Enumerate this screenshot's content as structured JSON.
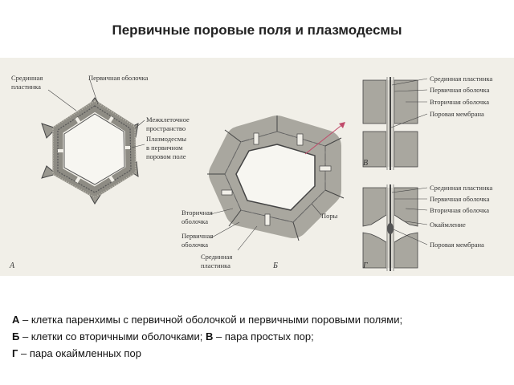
{
  "title": "Первичные поровые поля и плазмодесмы",
  "figure": {
    "panel_a": {
      "letter": "А",
      "labels": {
        "middle_lamella_1": "Срединная",
        "middle_lamella_2": "пластинка",
        "primary_wall": "Первичная оболочка",
        "intercellular_1": "Межклеточное",
        "intercellular_2": "пространство",
        "plasmodesmata_1": "Плазмодесмы",
        "plasmodesmata_2": "в первичном",
        "plasmodesmata_3": "поровом поле"
      }
    },
    "panel_b": {
      "letter": "Б",
      "labels": {
        "secondary_wall_1": "Вторичная",
        "secondary_wall_2": "оболочка",
        "primary_wall_1": "Первичная",
        "primary_wall_2": "оболочка",
        "middle_lamella_1": "Срединная",
        "middle_lamella_2": "пластинка",
        "pores": "Поры"
      }
    },
    "panel_v": {
      "letter": "В",
      "labels": {
        "middle_lamella": "Срединная пластинка",
        "primary_wall": "Первичная оболочка",
        "secondary_wall": "Вторичная оболочка",
        "pore_membrane": "Поровая мембрана"
      }
    },
    "panel_g": {
      "letter": "Г",
      "labels": {
        "middle_lamella": "Срединная пластинка",
        "primary_wall": "Первичная оболочка",
        "secondary_wall": "Вторичная оболочка",
        "border": "Окаймление",
        "pore_membrane": "Поровая мембрана"
      }
    }
  },
  "caption": {
    "line1_letter": "А",
    "line1_text": " – клетка паренхимы с первичной оболочкой и первичными поровыми полями;",
    "line2_letter": "Б",
    "line2_text": " – клетки со вторичными оболочками; ",
    "line2_letter2": "В",
    "line2_text2": " – пара простых пор;",
    "line3_letter": "Г",
    "line3_text": " – пара окаймленных пор"
  }
}
